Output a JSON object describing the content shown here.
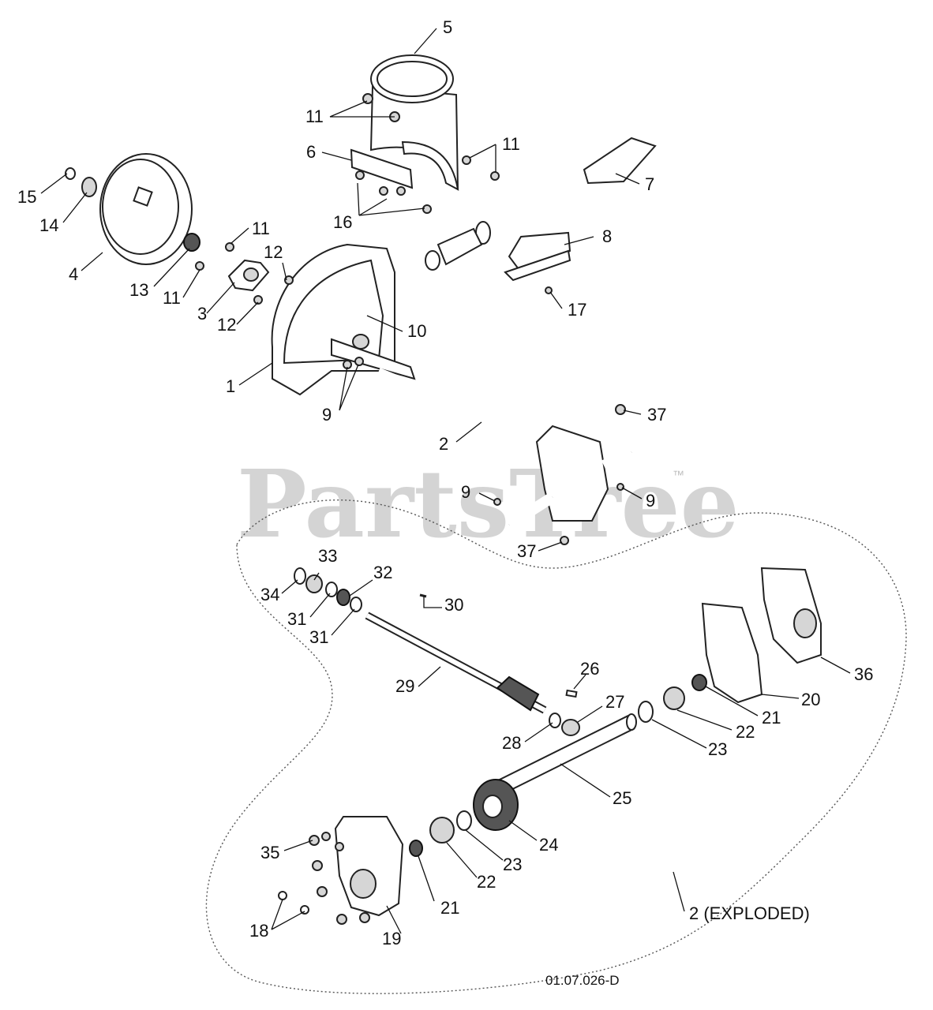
{
  "diagram": {
    "watermark": "PartsTree",
    "watermark_tm": "™",
    "reference_code": "01.07.026-D",
    "exploded_label": "2 (EXPLODED)",
    "callouts": {
      "c5": "5",
      "c11a": "11",
      "c11b": "11",
      "c6": "6",
      "c7": "7",
      "c16": "16",
      "c15": "15",
      "c14": "14",
      "c4": "4",
      "c11c": "11",
      "c11d": "11",
      "c12a": "12",
      "c13": "13",
      "c3": "3",
      "c12b": "12",
      "c8": "8",
      "c17": "17",
      "c10": "10",
      "c1": "1",
      "c9a": "9",
      "c37a": "37",
      "c2": "2",
      "c9b": "9",
      "c9c": "9",
      "c37b": "37",
      "c33": "33",
      "c34": "34",
      "c32": "32",
      "c31a": "31",
      "c31b": "31",
      "c30": "30",
      "c29": "29",
      "c26": "26",
      "c36": "36",
      "c27": "27",
      "c20": "20",
      "c28": "28",
      "c21a": "21",
      "c22a": "22",
      "c23a": "23",
      "c25": "25",
      "c24": "24",
      "c35": "35",
      "c23b": "23",
      "c22b": "22",
      "c21b": "21",
      "c18": "18",
      "c19": "19"
    }
  }
}
